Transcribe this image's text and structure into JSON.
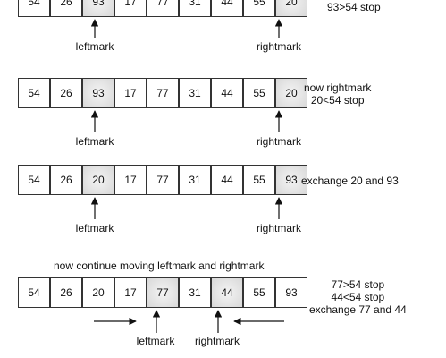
{
  "panels": [
    {
      "values": [
        "54",
        "26",
        "93",
        "17",
        "77",
        "31",
        "44",
        "55",
        "20"
      ],
      "highlight": [
        2,
        8
      ],
      "notes": [
        "93>54 stop"
      ],
      "left_label": "leftmark",
      "right_label": "rightmark"
    },
    {
      "values": [
        "54",
        "26",
        "93",
        "17",
        "77",
        "31",
        "44",
        "55",
        "20"
      ],
      "highlight": [
        2,
        8
      ],
      "notes": [
        "now rightmark",
        "20<54 stop"
      ],
      "left_label": "leftmark",
      "right_label": "rightmark"
    },
    {
      "values": [
        "54",
        "26",
        "20",
        "17",
        "77",
        "31",
        "44",
        "55",
        "93"
      ],
      "highlight": [
        2,
        8
      ],
      "notes": [
        "exchange 20 and 93"
      ],
      "left_label": "leftmark",
      "right_label": "rightmark"
    },
    {
      "heading": "now continue moving leftmark and rightmark",
      "values": [
        "54",
        "26",
        "20",
        "17",
        "77",
        "31",
        "44",
        "55",
        "93"
      ],
      "highlight": [
        4,
        6
      ],
      "notes": [
        "77>54 stop",
        "44<54 stop",
        "exchange 77 and 44"
      ],
      "left_label": "leftmark",
      "right_label": "rightmark"
    }
  ]
}
